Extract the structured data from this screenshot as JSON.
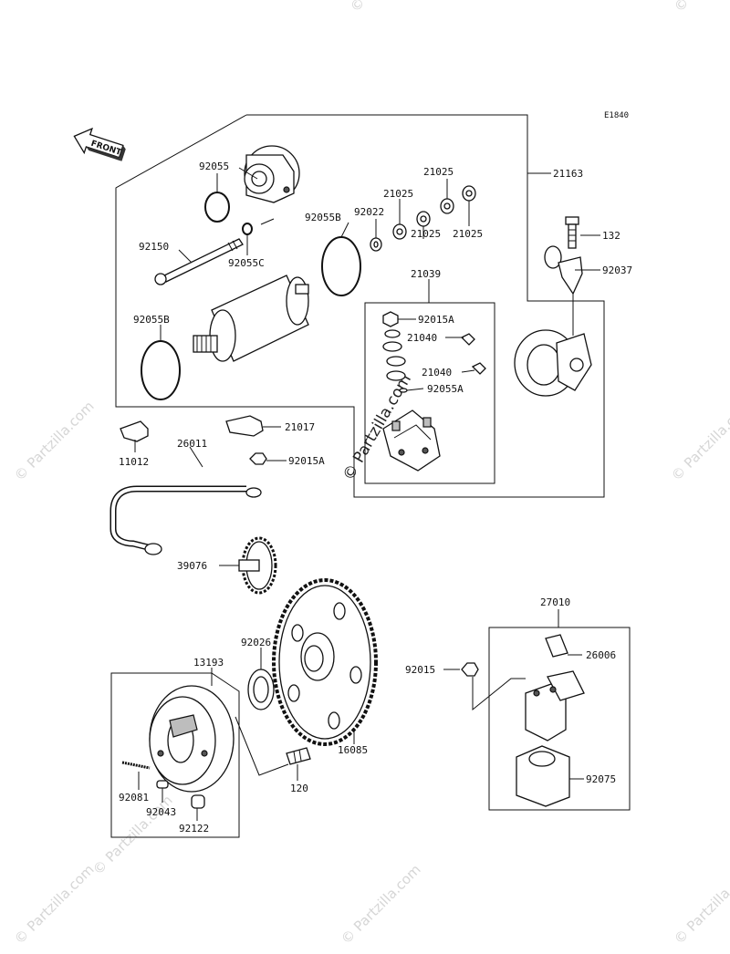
{
  "diagram": {
    "code": "E1840",
    "front_label": "FRONT",
    "watermark": "© Partzilla.com",
    "parts": [
      {
        "id": "p21163",
        "number": "21163"
      },
      {
        "id": "p92055",
        "number": "92055"
      },
      {
        "id": "p21025a",
        "number": "21025"
      },
      {
        "id": "p21025b",
        "number": "21025"
      },
      {
        "id": "p92055B_1",
        "number": "92055B"
      },
      {
        "id": "p92022",
        "number": "92022"
      },
      {
        "id": "p21025c",
        "number": "21025"
      },
      {
        "id": "p21025d",
        "number": "21025"
      },
      {
        "id": "p92150",
        "number": "92150"
      },
      {
        "id": "p92055C",
        "number": "92055C"
      },
      {
        "id": "p21039",
        "number": "21039"
      },
      {
        "id": "p132",
        "number": "132"
      },
      {
        "id": "p92037",
        "number": "92037"
      },
      {
        "id": "p92055B_2",
        "number": "92055B"
      },
      {
        "id": "p92015A_1",
        "number": "92015A"
      },
      {
        "id": "p21040a",
        "number": "21040"
      },
      {
        "id": "p21040b",
        "number": "21040"
      },
      {
        "id": "p92055A",
        "number": "92055A"
      },
      {
        "id": "p21017",
        "number": "21017"
      },
      {
        "id": "p11012",
        "number": "11012"
      },
      {
        "id": "p26011",
        "number": "26011"
      },
      {
        "id": "p92015A_2",
        "number": "92015A"
      },
      {
        "id": "p39076",
        "number": "39076"
      },
      {
        "id": "p27010",
        "number": "27010"
      },
      {
        "id": "p92026",
        "number": "92026"
      },
      {
        "id": "p26006",
        "number": "26006"
      },
      {
        "id": "p13193",
        "number": "13193"
      },
      {
        "id": "p92015",
        "number": "92015"
      },
      {
        "id": "p16085",
        "number": "16085"
      },
      {
        "id": "p120",
        "number": "120"
      },
      {
        "id": "p92075",
        "number": "92075"
      },
      {
        "id": "p92081",
        "number": "92081"
      },
      {
        "id": "p92043",
        "number": "92043"
      },
      {
        "id": "p92122",
        "number": "92122"
      }
    ]
  }
}
